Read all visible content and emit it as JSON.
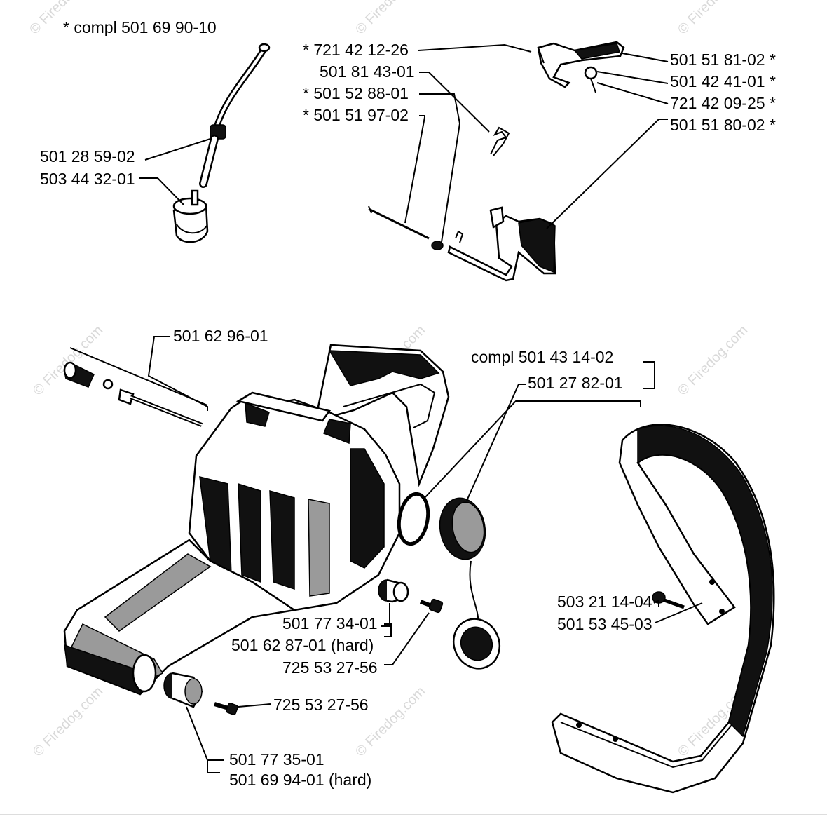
{
  "watermark": "© Firedog.com",
  "labels": {
    "oil_kit": "*  compl 501 69 90-10",
    "oil_hose": "501 28 59-02",
    "oil_filter": "503 44 32-01",
    "p721_42_12_26": "*  721 42 12-26",
    "p501_81_43_01": "501 81 43-01",
    "p501_52_88_01": "*  501 52 88-01",
    "p501_51_97_02": "*  501 51 97-02",
    "p501_51_81_02": "501 51 81-02  *",
    "p501_42_41_01": "501 42 41-01  *",
    "p721_42_09_25": "721 42 09-25  *",
    "p501_51_80_02": "501 51 80-02  *",
    "p501_62_96_01": "501 62 96-01",
    "tank_cap_kit": "compl 501 43 14-02",
    "cap_seal": "501 27 82-01",
    "screw_handle": "503 21 14-04",
    "front_handle": "501 53 45-03",
    "damper_a": "501 77 34-01",
    "damper_a_hard": "501 62 87-01 (hard)",
    "screw_a": "725 53 27-56",
    "screw_b": "725 53 27-56",
    "damper_b": "501 77 35-01",
    "damper_b_hard": "501 69 94-01 (hard)"
  }
}
